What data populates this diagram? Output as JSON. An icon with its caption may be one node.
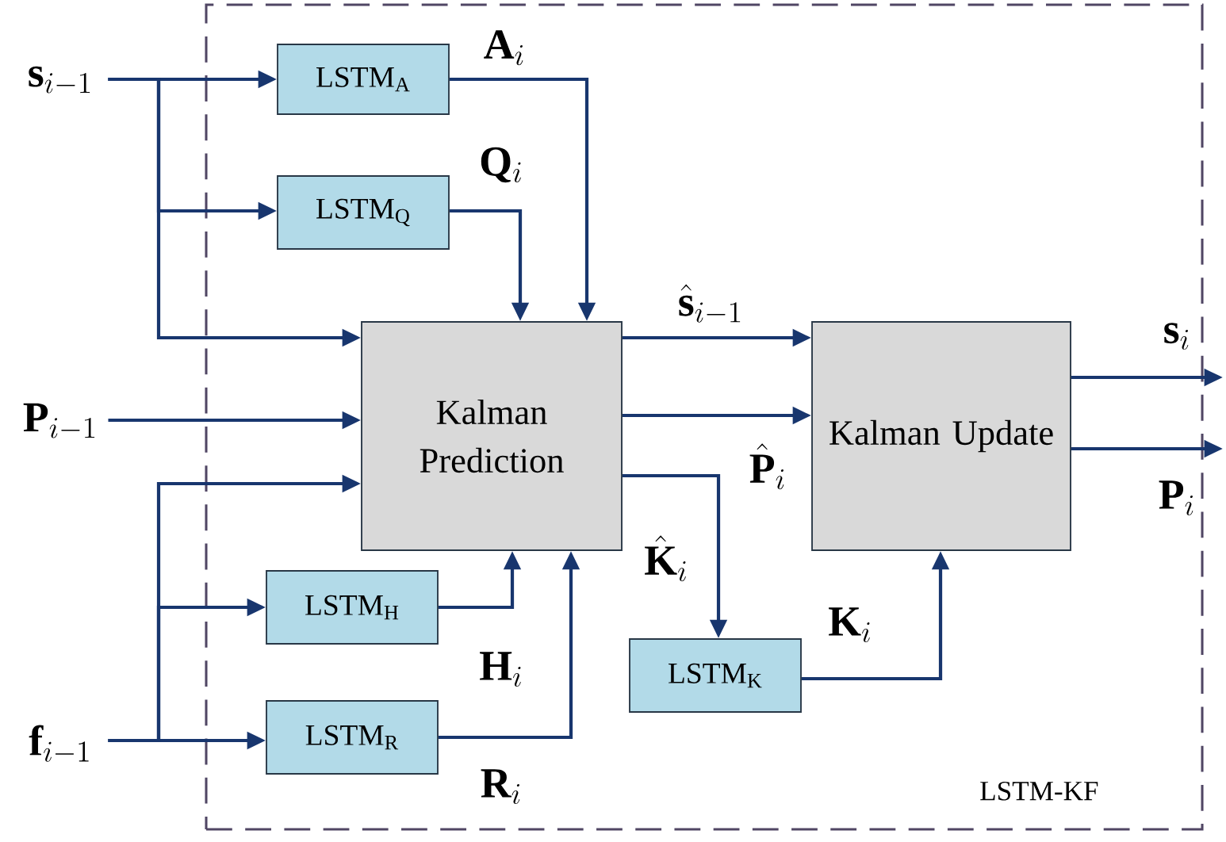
{
  "diagram": {
    "nodes": [
      {
        "text": [
          "LSTM-KF"
        ]
      },
      {
        "text": [
          "\\mathbf{s}_{i-1}"
        ]
      },
      {
        "text": [
          "LSTM$_{A}$"
        ],
        "in": 0
      },
      {
        "text": [
          "LSTM$_{Q}$"
        ],
        "in": 0
      },
      {
        "text": [
          "\\mathbf{P}_{i-1}"
        ]
      },
      {
        "text": [
          "Kalman Prediction"
        ],
        "in": 0
      },
      {
        "text": [
          "Kalman Update"
        ],
        "in": 0
      },
      {
        "text": [
          "LSTM$_{H}$"
        ],
        "in": 0
      },
      {
        "text": [
          "\\mathbf{f}_{i-1}"
        ]
      },
      {
        "text": [
          "LSTM$_{K}$"
        ],
        "in": 0
      },
      {
        "text": [
          "LSTM$_{R}$"
        ],
        "in": 0
      }
    ],
    "edges": [
      {
        "from": 1,
        "to": 2,
        "arrow": "to"
      },
      {
        "from": 1,
        "to": 3,
        "arrow": "to"
      },
      {
        "from": 1,
        "to": 5,
        "arrow": "to"
      },
      {
        "from": 2,
        "to": 5,
        "arrow": "to",
        "label": "\\mathbf{A}_i"
      },
      {
        "from": 3,
        "to": 5,
        "arrow": "to",
        "label": "\\mathbf{Q}_i"
      },
      {
        "from": 4,
        "to": 5,
        "arrow": "to"
      },
      {
        "from": 8,
        "to": 7,
        "arrow": "to"
      },
      {
        "from": 8,
        "to": 10,
        "arrow": "to"
      },
      {
        "from": 8,
        "to": 5,
        "arrow": "to"
      },
      {
        "from": 7,
        "to": 5,
        "arrow": "to",
        "label": "\\mathbf{H}_i"
      },
      {
        "from": 10,
        "to": 5,
        "arrow": "to",
        "label": "\\mathbf{R}_i"
      },
      {
        "from": 5,
        "to": 6,
        "arrow": "to",
        "label": "\\hat{\\mathbf{s}}_{i-1}"
      },
      {
        "from": 5,
        "to": 6,
        "arrow": "to",
        "label": "\\hat{\\mathbf{P}}_i"
      },
      {
        "from": 5,
        "to": 9,
        "arrow": "to",
        "label": "\\hat{\\mathbf{K}}_i"
      },
      {
        "from": 9,
        "to": 6,
        "arrow": "to",
        "label": "\\mathbf{K}_i"
      },
      {
        "from": 6,
        "to": null,
        "arrow": "to",
        "label": "\\mathbf{s}_i"
      },
      {
        "from": 6,
        "to": null,
        "arrow": "to",
        "label": "\\mathbf{P}_i"
      }
    ]
  }
}
